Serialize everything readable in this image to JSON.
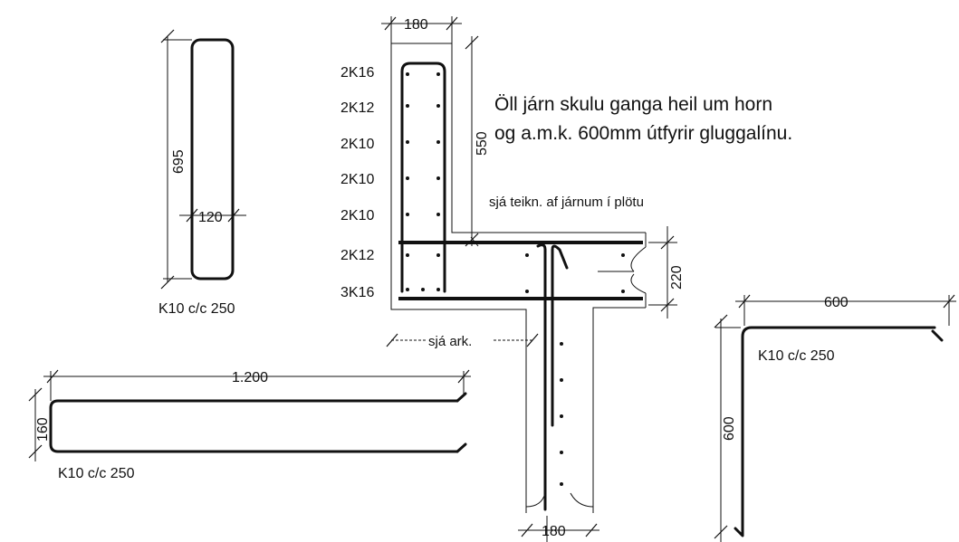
{
  "stirrup_left": {
    "height_dim": "695",
    "width_dim": "120",
    "spec": "K10 c/c 250"
  },
  "column_top": {
    "width_dim": "180",
    "height_dim": "550"
  },
  "bar_labels": [
    "2K16",
    "2K12",
    "2K10",
    "2K10",
    "2K10",
    "2K12",
    "3K16"
  ],
  "note": {
    "line1": "Öll járn skulu ganga heil um horn",
    "line2": "og a.m.k. 600mm útfyrir gluggalínu."
  },
  "slab_ref": "sjá teikn. af járnum í plötu",
  "slab_dim": "220",
  "arch_ref": "sjá ark.",
  "wall_bottom_dim": "180",
  "long_stirrup": {
    "length_dim": "1.200",
    "height_dim": "160",
    "spec": "K10 c/c 250"
  },
  "corner_bar": {
    "horizontal_dim": "600",
    "vertical_dim": "600",
    "spec": "K10 c/c 250"
  }
}
